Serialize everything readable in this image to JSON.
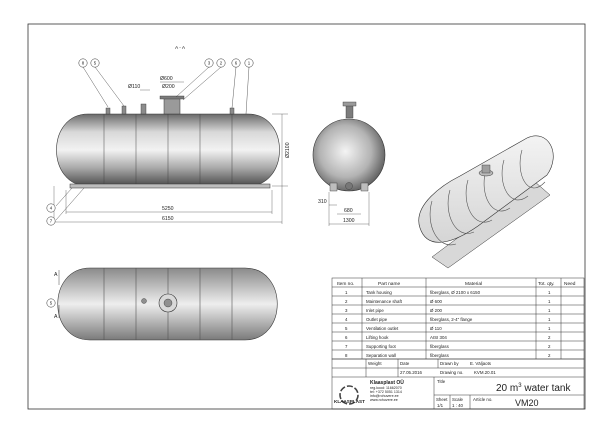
{
  "section_label": "A - A",
  "section_marks": [
    "A",
    "A"
  ],
  "balloons_top": [
    "8",
    "5",
    "3",
    "2",
    "6",
    "1"
  ],
  "balloons_left": [
    "4",
    "7",
    "5"
  ],
  "dimensions": {
    "d110": "Ø110",
    "d600": "Ø600",
    "d200": "Ø200",
    "d2100": "Ø2100",
    "l5250": "5250",
    "l6150": "6150",
    "w310": "310",
    "w680": "680",
    "w1300": "1300"
  },
  "parts_table": {
    "headers": [
      "Item no.",
      "Part name",
      "Material",
      "Tot. qty.",
      "Need"
    ],
    "rows": [
      [
        "1",
        "Tank housing",
        "fiberglass, Ø 2100 x 6150",
        "1",
        ""
      ],
      [
        "2",
        "Maintenance shaft",
        "Ø 600",
        "1",
        ""
      ],
      [
        "3",
        "Inlet pipe",
        "Ø 200",
        "1",
        ""
      ],
      [
        "4",
        "Outlet pipe",
        "fiberglass, 2-4\" flange",
        "1",
        ""
      ],
      [
        "5",
        "Ventilation outlet",
        "Ø 110",
        "1",
        ""
      ],
      [
        "6",
        "Lifting hook",
        "AISI 304",
        "2",
        ""
      ],
      [
        "7",
        "Supporting foot",
        "fiberglass",
        "2",
        ""
      ],
      [
        "8",
        "Separation wall",
        "fiberglass",
        "2",
        ""
      ]
    ]
  },
  "title_block": {
    "weight_label": "Weight",
    "date_label": "Date",
    "date_value": "27.05.2016",
    "drawn_by": "Drawn by",
    "drawn_by_value": "E. Väljaots",
    "drawing_no": "Drawing no.",
    "drawing_no_value": "KVM.20.01",
    "title_label": "Title",
    "title_main": "20 m",
    "title_sup": "3",
    "title_rest": " water tank",
    "sheet_label": "Sheet",
    "sheet_value": "1/1",
    "scale_label": "Scale",
    "scale_value": "1 : 40",
    "article_label": "Article no.",
    "article_value": "VM20",
    "company": "Klaasplast OÜ",
    "company_line1": "reg.kood: 11662070",
    "company_line2": "tel: +372 5051 1314",
    "company_line3": "info@rohuvere.ee",
    "company_line4": "www.rohuvere.ee",
    "logo_text": "KLAASPLAST"
  },
  "colors": {
    "line": "#222222",
    "tank_dark": "#5b5b5b",
    "tank_light": "#ececec"
  }
}
